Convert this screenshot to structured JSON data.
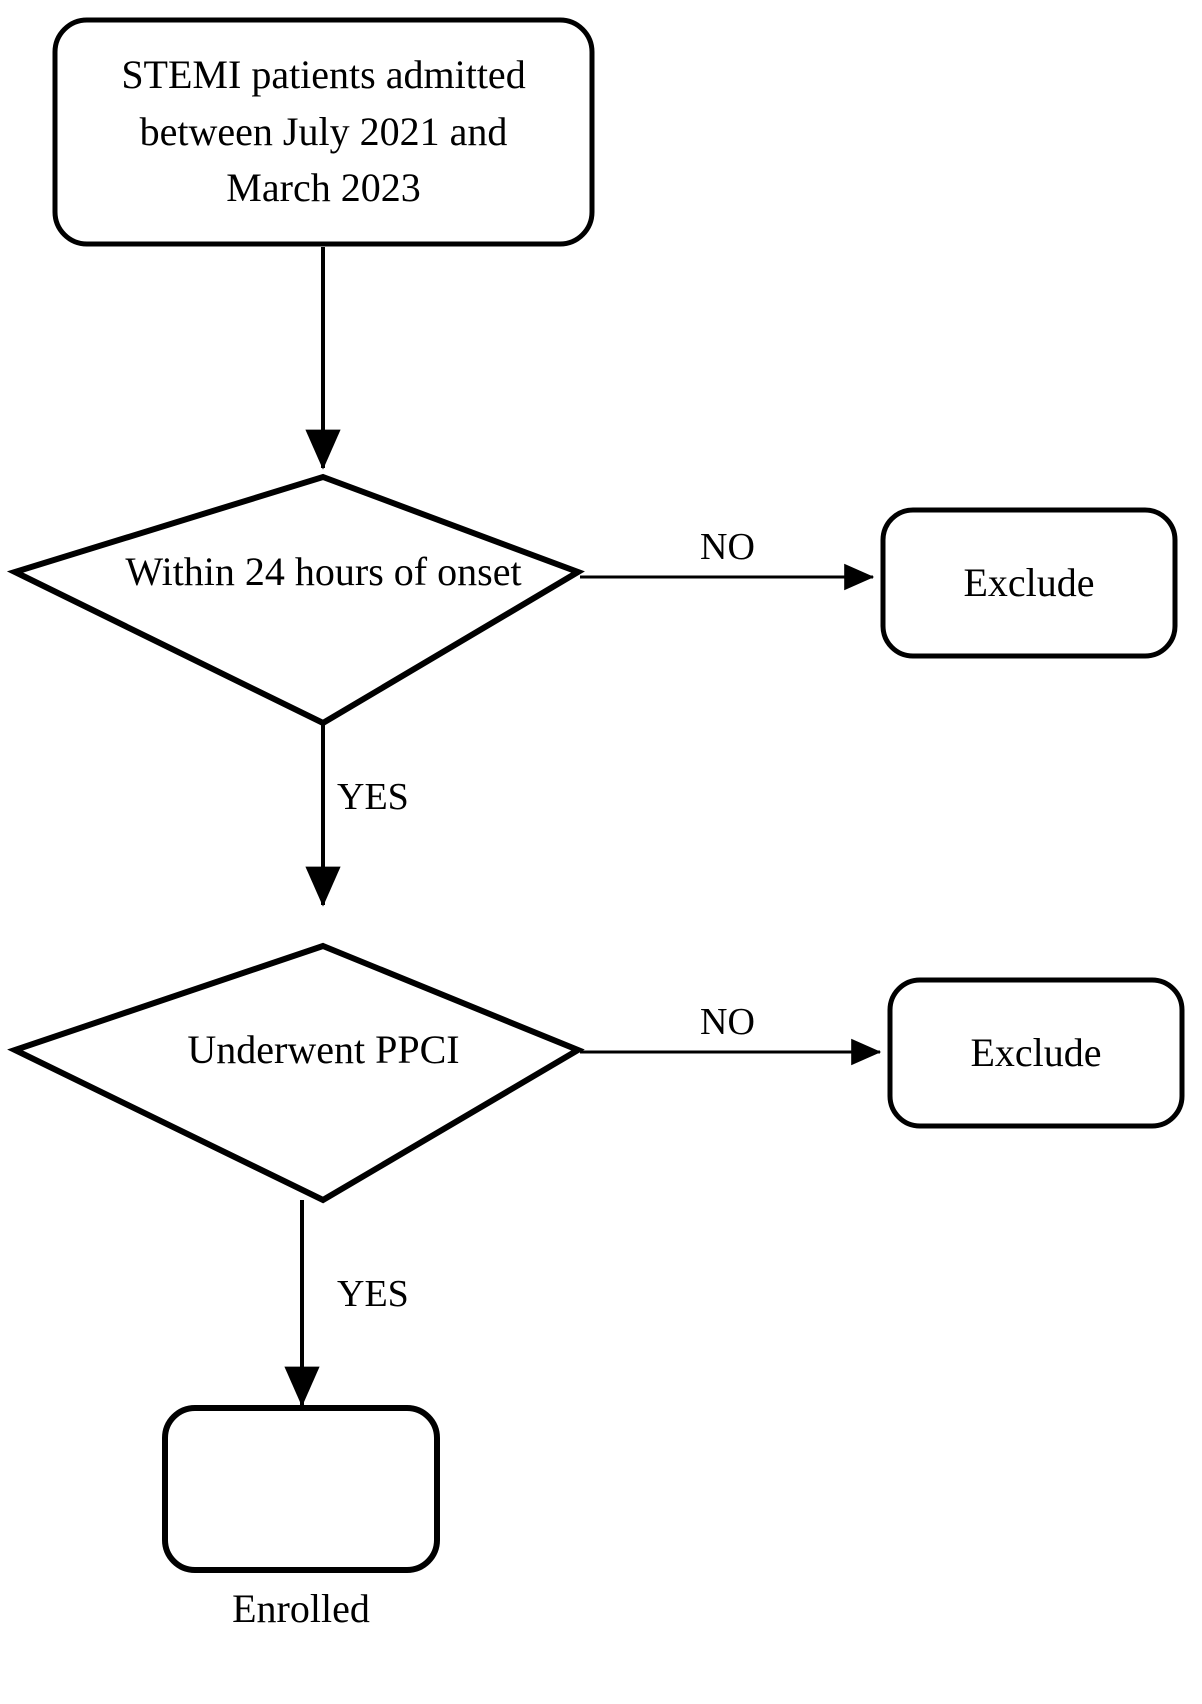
{
  "diagram": {
    "title": "STEMI patient enrollment flowchart",
    "background_color": "#ffffff",
    "stroke_color": "#000000",
    "nodes": {
      "source": {
        "shape": "rounded-rectangle",
        "label": "STEMI patients admitted\nbetween July 2021 and\nMarch 2023"
      },
      "decision_1": {
        "shape": "diamond",
        "label": "Within 24 hours of onset"
      },
      "decision_2": {
        "shape": "diamond",
        "label": "Underwent PPCI"
      },
      "exclude_1": {
        "shape": "rounded-rectangle",
        "label": "Exclude"
      },
      "exclude_2": {
        "shape": "rounded-rectangle",
        "label": "Exclude"
      },
      "enrolled": {
        "shape": "rounded-rectangle",
        "label": "Enrolled"
      }
    },
    "edges": {
      "source_to_decision_1": {
        "label": ""
      },
      "decision_1_no": {
        "label": "NO"
      },
      "decision_1_yes": {
        "label": "YES"
      },
      "decision_2_no": {
        "label": "NO"
      },
      "decision_2_yes": {
        "label": "YES"
      }
    }
  }
}
